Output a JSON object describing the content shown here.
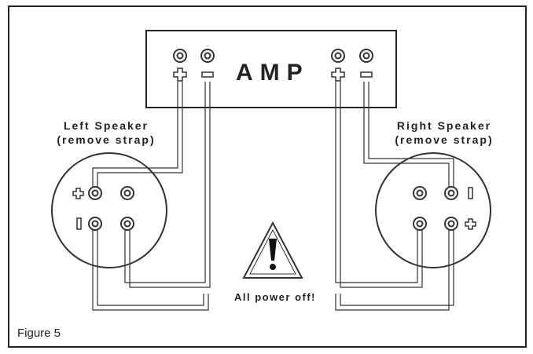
{
  "amp": {
    "label": "AMP"
  },
  "left_speaker": {
    "name": "Left Speaker",
    "note": "(remove strap)"
  },
  "right_speaker": {
    "name": "Right Speaker",
    "note": "(remove strap)"
  },
  "warning": {
    "text": "All power off!"
  },
  "figure": {
    "caption": "Figure 5"
  },
  "terminals": {
    "positive": "+",
    "negative": "−"
  },
  "colors": {
    "line": "#333333",
    "background": "#ffffff"
  }
}
